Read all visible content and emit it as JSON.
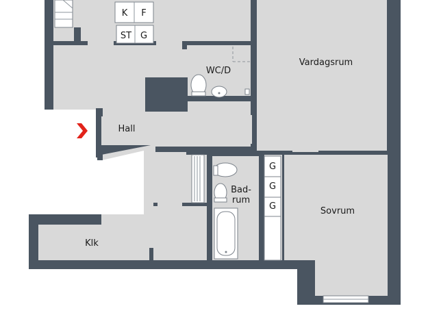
{
  "rooms": {
    "vardagsrum": "Vardagsrum",
    "wcd": "WC/D",
    "hall": "Hall",
    "badrum_line1": "Bad-",
    "badrum_line2": "rum",
    "sovrum": "Sovrum",
    "klk": "Klk"
  },
  "kitchen_units": {
    "k": "K",
    "f": "F",
    "st": "ST",
    "g": "G"
  },
  "closets": {
    "g1": "G",
    "g2": "G",
    "g3": "G"
  },
  "colors": {
    "wall": "#4a5561",
    "floor": "#d9d9d9",
    "entrance_arrow": "#e2231a"
  },
  "icons": {
    "entrance": "entrance-arrow-icon"
  }
}
